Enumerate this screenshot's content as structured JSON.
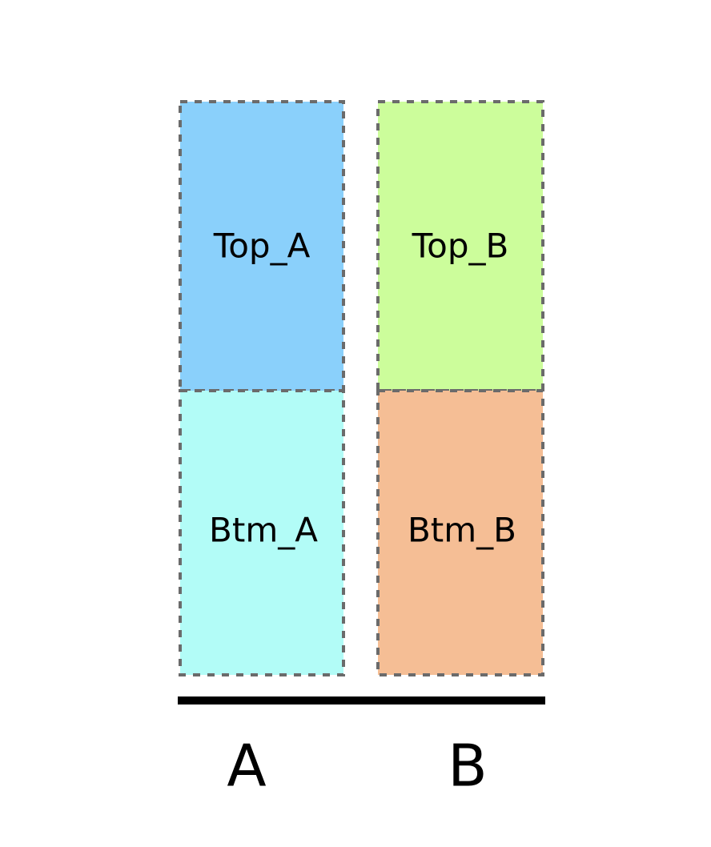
{
  "diagram": {
    "columns": [
      {
        "label": "A",
        "blocks": [
          {
            "label": "Top_A",
            "color": "#8AD0FB"
          },
          {
            "label": "Btm_A",
            "color": "#B2FCF7"
          }
        ]
      },
      {
        "label": "B",
        "blocks": [
          {
            "label": "Top_B",
            "color": "#CCFD9B"
          },
          {
            "label": "Btm_B",
            "color": "#F5BE95"
          }
        ]
      }
    ],
    "border_color": "#6B6B6B",
    "baseline_color": "#000000",
    "text_color": "#000000"
  }
}
